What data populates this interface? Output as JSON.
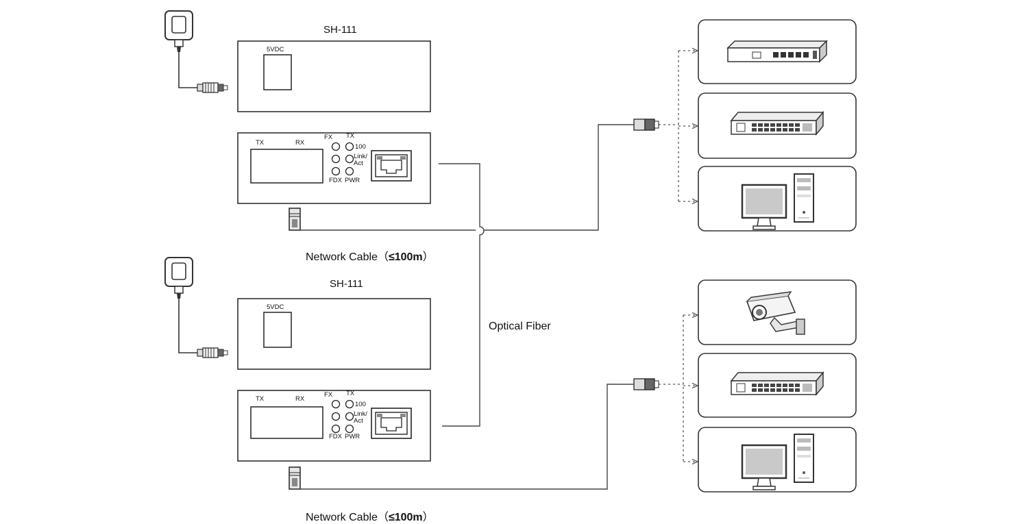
{
  "units": [
    {
      "model": "SH-111",
      "power_label": "5VDC",
      "port_labels": {
        "tx": "TX",
        "rx": "RX"
      },
      "led_labels": {
        "fx": "FX",
        "tx": "TX",
        "speed": "100",
        "link": "Link/",
        "act": "Act",
        "fdx": "FDX",
        "pwr": "PWR"
      }
    },
    {
      "model": "SH-111",
      "power_label": "5VDC",
      "port_labels": {
        "tx": "TX",
        "rx": "RX"
      },
      "led_labels": {
        "fx": "FX",
        "tx": "TX",
        "speed": "100",
        "link": "Link/",
        "act": "Act",
        "fdx": "FDX",
        "pwr": "PWR"
      }
    }
  ],
  "cables": {
    "network_top": {
      "text": "Network Cable",
      "limit": "≤100m"
    },
    "network_bottom": {
      "text": "Network Cable",
      "limit": "≤100m"
    },
    "fiber": "Optical Fiber"
  },
  "devices": {
    "group_top": [
      "router-icon",
      "switch-icon",
      "desktop-computer-icon"
    ],
    "group_bottom": [
      "security-camera-icon",
      "switch-icon",
      "desktop-computer-icon"
    ]
  }
}
